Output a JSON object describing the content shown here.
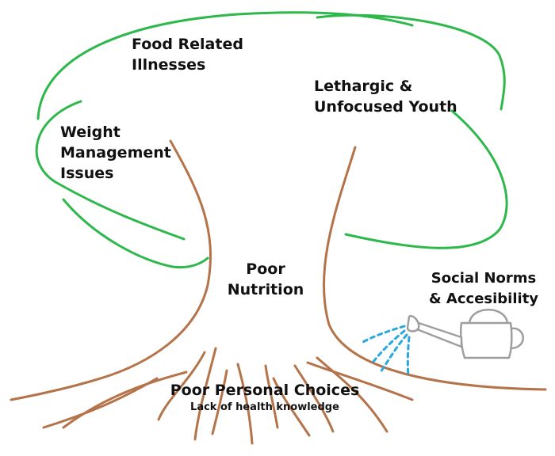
{
  "diagram": {
    "canopy_labels": {
      "food_related": [
        "Food Related",
        "Illnesses"
      ],
      "lethargic": [
        "Lethargic &",
        "Unfocused Youth"
      ],
      "weight": [
        "Weight",
        "Management",
        "Issues"
      ]
    },
    "trunk_label": [
      "Poor",
      "Nutrition"
    ],
    "watering_can_label": [
      "Social Norms",
      "& Accesibility"
    ],
    "roots_label": {
      "title": "Poor Personal Choices",
      "subtitle": "Lack of health knowledge"
    }
  },
  "colors": {
    "canopy": "#2eb84b",
    "trunk": "#b5734a",
    "can": "#9e9e9e",
    "water": "#29a8e0",
    "text": "#111111"
  }
}
